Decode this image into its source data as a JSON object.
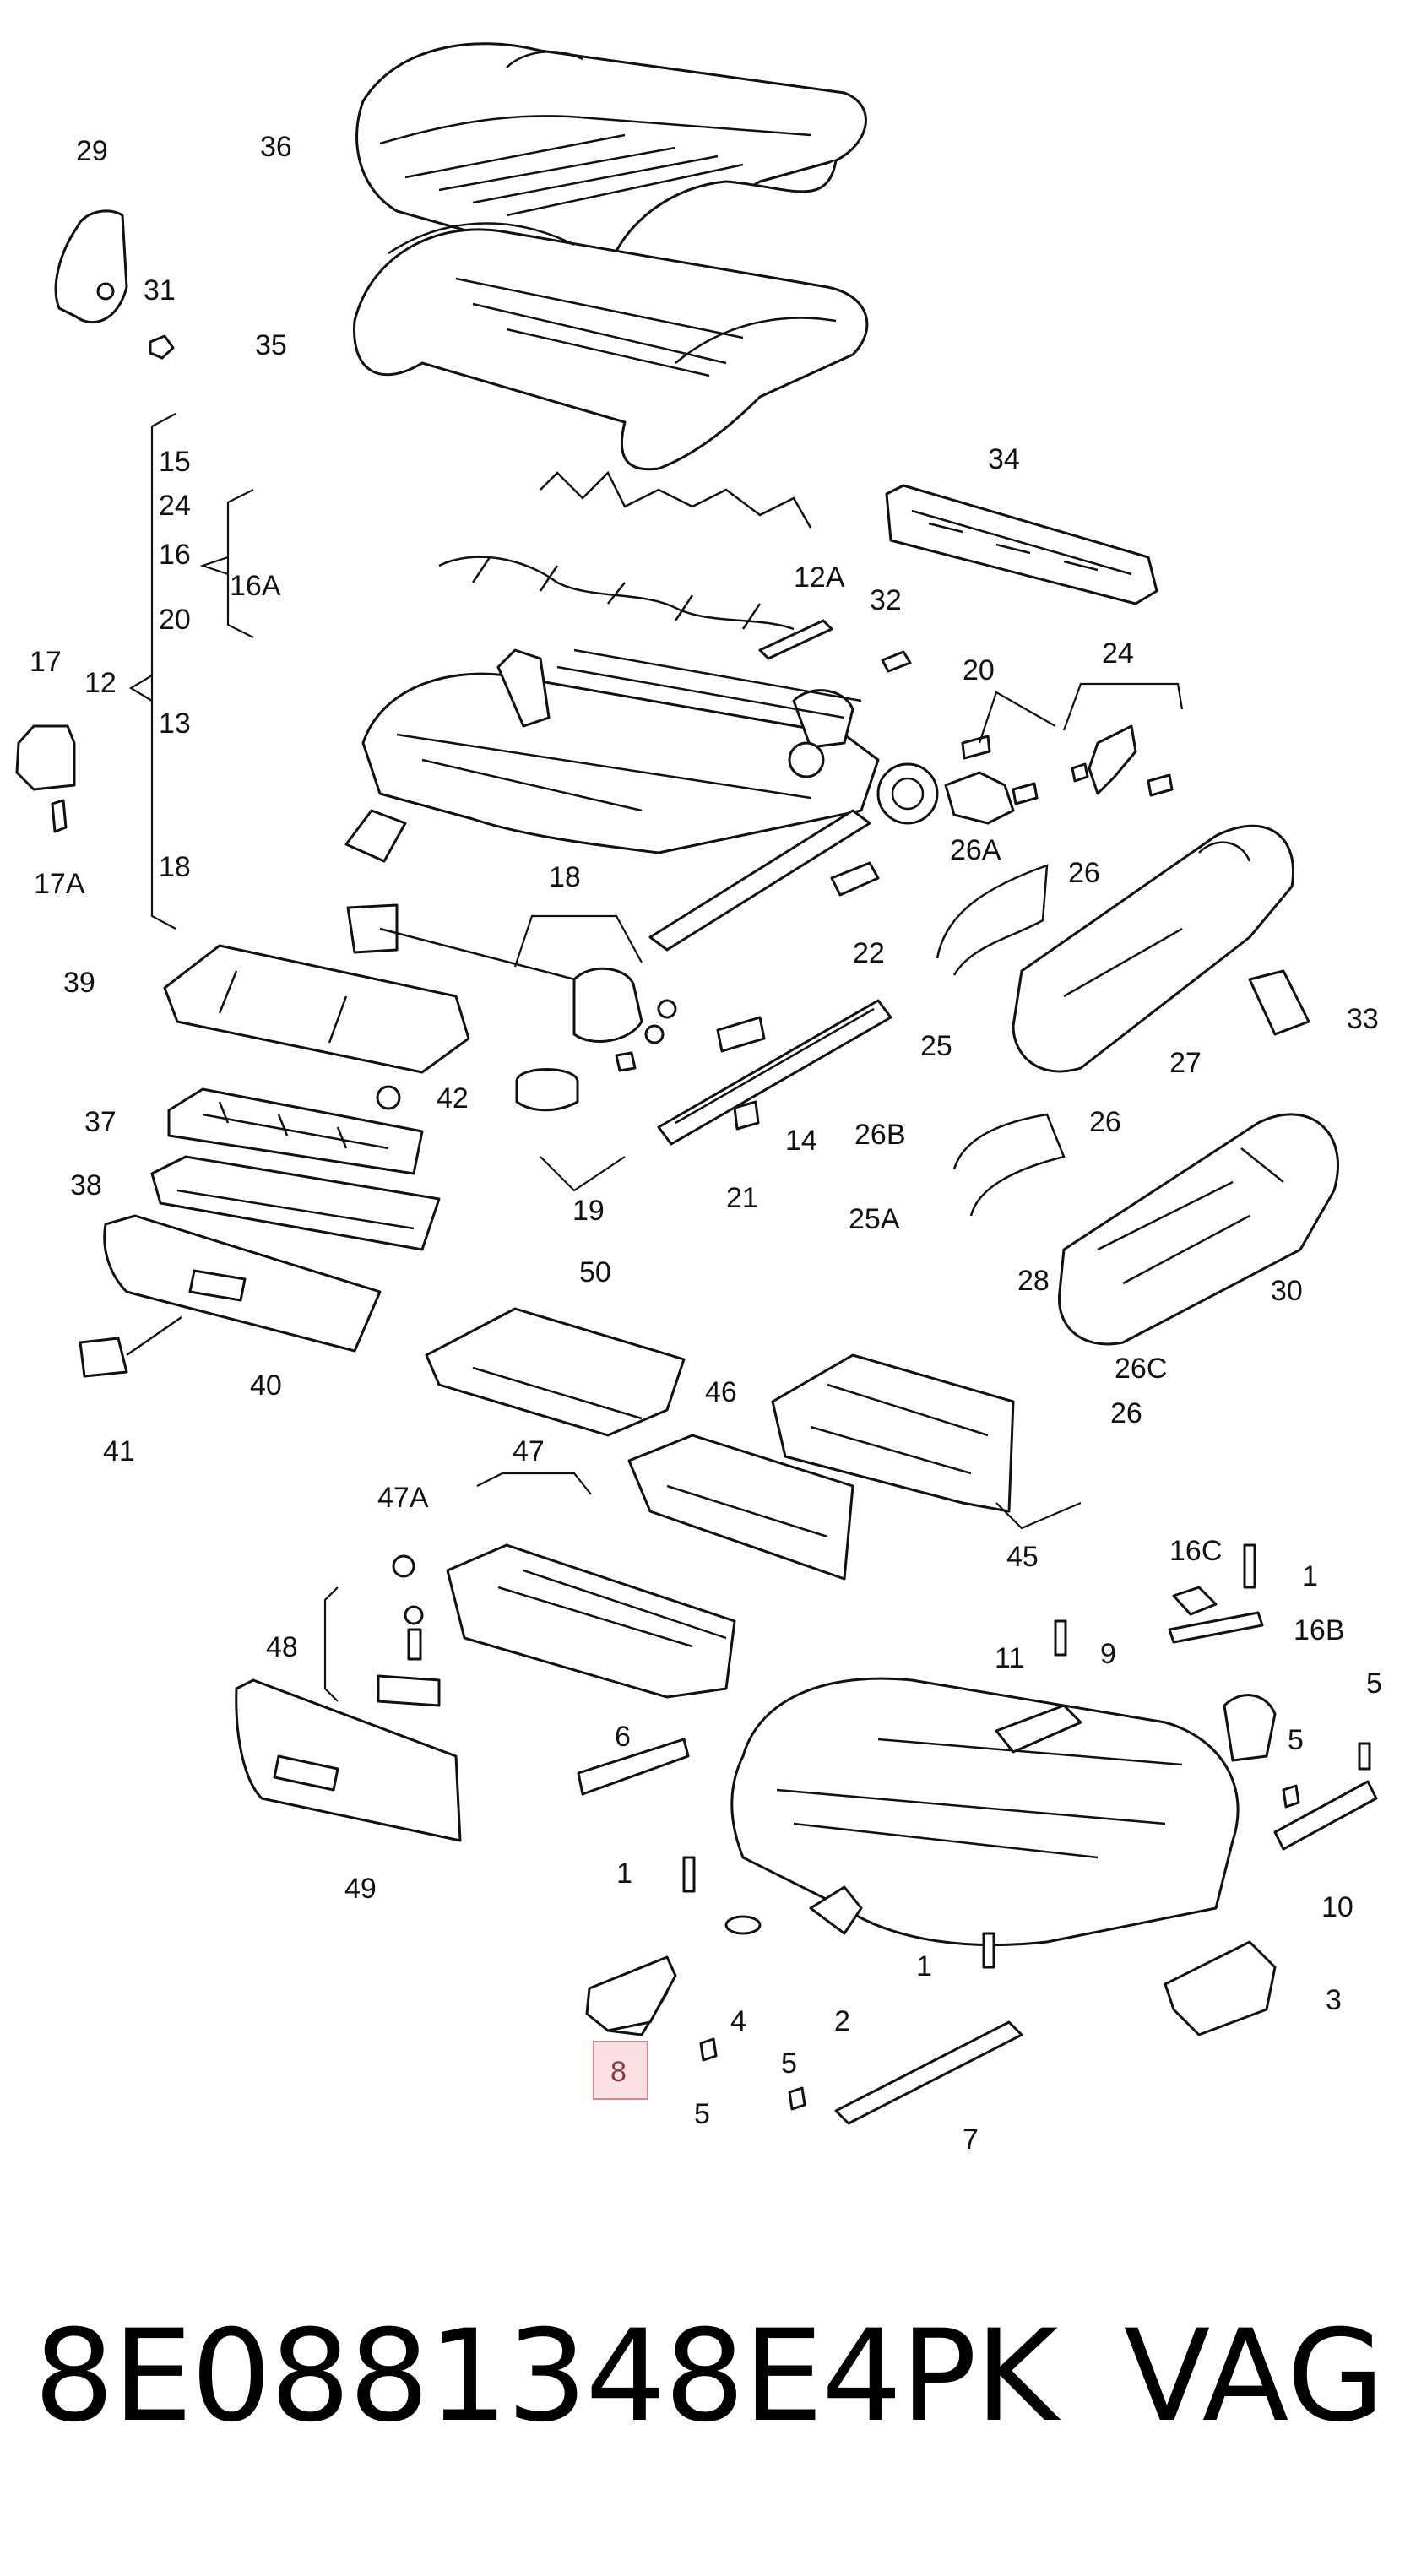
{
  "diagram": {
    "highlighted_label": "8",
    "labels": [
      "29",
      "31",
      "36",
      "35",
      "34",
      "15",
      "24",
      "16",
      "16A",
      "20",
      "12",
      "12A",
      "32",
      "20",
      "24",
      "17",
      "13",
      "17A",
      "18",
      "26A",
      "26",
      "18",
      "22",
      "25",
      "39",
      "27",
      "33",
      "42",
      "37",
      "38",
      "19",
      "14",
      "21",
      "26B",
      "26",
      "25A",
      "28",
      "30",
      "50",
      "26C",
      "26",
      "40",
      "41",
      "46",
      "47",
      "47A",
      "45",
      "16C",
      "1",
      "16B",
      "48",
      "11",
      "9",
      "5",
      "6",
      "5",
      "49",
      "1",
      "1",
      "2",
      "4",
      "10",
      "3",
      "5",
      "5",
      "7"
    ]
  },
  "footer": {
    "part_number": "8E0881348E4PK",
    "brand": "VAG"
  }
}
